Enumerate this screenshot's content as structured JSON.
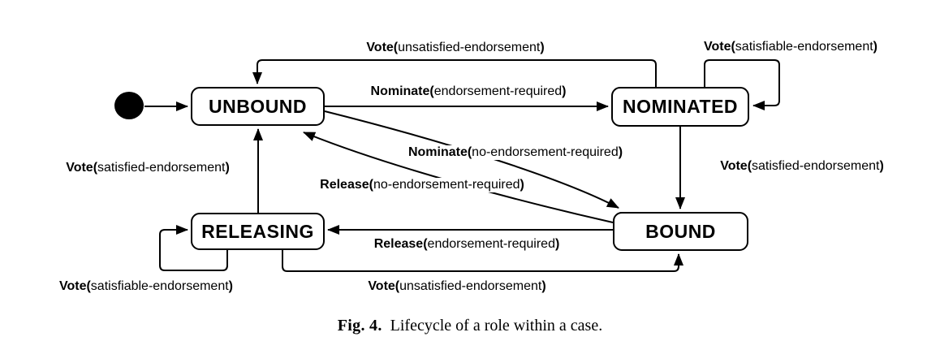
{
  "diagram": {
    "title_hint": "role lifecycle state machine",
    "states": [
      {
        "id": "unbound",
        "label": "UNBOUND"
      },
      {
        "id": "nominated",
        "label": "NOMINATED"
      },
      {
        "id": "bound",
        "label": "BOUND"
      },
      {
        "id": "releasing",
        "label": "RELEASING"
      }
    ],
    "initial": {
      "icon": "filled-circle",
      "points_to": "UNBOUND"
    },
    "transitions": [
      {
        "event": "Vote(",
        "param": "unsatisfied-endorsement",
        "close": ")",
        "from": "NOMINATED",
        "to": "UNBOUND"
      },
      {
        "event": "Vote(",
        "param": "satisfiable-endorsement",
        "close": ")",
        "from": "NOMINATED",
        "to": "NOMINATED"
      },
      {
        "event": "Nominate(",
        "param": "endorsement-required",
        "close": ")",
        "from": "UNBOUND",
        "to": "NOMINATED"
      },
      {
        "event": "Vote(",
        "param": "satisfied-endorsement",
        "close": ")",
        "from": "NOMINATED",
        "to": "BOUND"
      },
      {
        "event": "Nominate(",
        "param": "no-endorsement-required",
        "close": ")",
        "from": "UNBOUND",
        "to": "BOUND"
      },
      {
        "event": "Release(",
        "param": "no-endorsement-required",
        "close": ")",
        "from": "BOUND",
        "to": "UNBOUND"
      },
      {
        "event": "Release(",
        "param": "endorsement-required",
        "close": ")",
        "from": "BOUND",
        "to": "RELEASING"
      },
      {
        "event": "Vote(",
        "param": "unsatisfied-endorsement",
        "close": ")",
        "from": "RELEASING",
        "to": "BOUND"
      },
      {
        "event": "Vote(",
        "param": "satisfied-endorsement",
        "close": ")",
        "from": "RELEASING",
        "to": "UNBOUND"
      },
      {
        "event": "Vote(",
        "param": "satisfiable-endorsement",
        "close": ")",
        "from": "RELEASING",
        "to": "RELEASING"
      }
    ]
  },
  "caption": {
    "label": "Fig. 4.",
    "text": "Lifecycle of a role within a case."
  },
  "colors": {
    "line": "#000000",
    "state_fill": "#ffffff",
    "background": "#ffffff",
    "text": "#000000"
  }
}
